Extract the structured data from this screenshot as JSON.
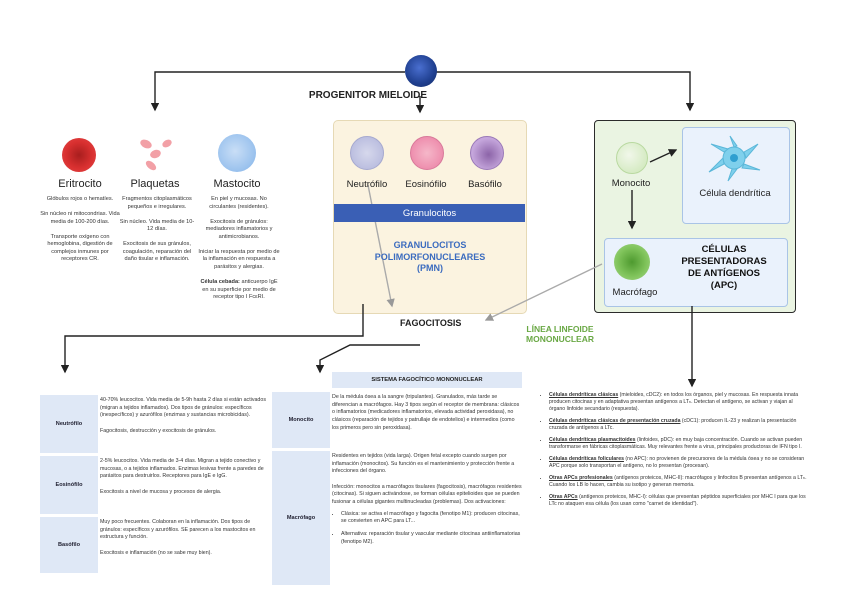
{
  "header": {
    "progenitor": "PROGENITOR MIELOIDE",
    "fagocitosis": "FAGOCITOSIS",
    "linfoide": "LÍNEA LINFOIDE\nMONONUCLEAR"
  },
  "cells": {
    "eritrocito": {
      "name": "Eritrocito",
      "desc": "Glóbulos rojos o hematíes.\n\nSin núcleo ni mitocondrias. Vida media de 100-200 días.\n\nTransporte oxígeno con hemoglobina, digestión de complejos inmunes por receptores CR."
    },
    "plaquetas": {
      "name": "Plaquetas",
      "desc": "Fragmentos citoplasmáticos pequeños e irregulares.\n\nSin núcleo. Vida media de 10-12 días.\n\nExocitosis de sus gránulos, coagulación, reparación del daño tisular e inflamación."
    },
    "mastocito": {
      "name": "Mastocito",
      "desc1": "En piel y mucosas. No circulantes (residentes).\n\nExocitosis de gránulos: mediadores inflamatorios y antimicrobianos.\n\nIniciar la respuesta por medio de la inflamación en respuesta a parásitos y alergias.\n\n",
      "desc_bold": "Célula cebada:",
      "desc2": " anticuerpo IgE en su superficie por medio de receptor tipo I FcεRI."
    }
  },
  "granulocitos": {
    "neutrofilo": "Neutrófilo",
    "eosinofilo": "Eosinófilo",
    "basofilo": "Basófilo",
    "band": "Granulocitos",
    "pmn": "GRANULOCITOS\nPOLIMORFONUCLEARES\n(PMN)"
  },
  "apc": {
    "monocito": "Monocito",
    "dendritica": "Célula dendrítica",
    "macrofago": "Macrófago",
    "title": "CÉLULAS\nPRESENTADORAS\nDE ANTÍGENOS\n(APC)"
  },
  "table_left": {
    "rows": [
      {
        "label": "Neutrófilo",
        "text": "40-70% leucocitos. Vida media de 5-9h hasta 2 días si están activados (migran a tejidos inflamados). Dos tipos de gránulos: específicos (inespecíficos) y azurófilos (enzimas y sustancias microbicidas).\n\nFagocitosis, destrucción y exocitosis de gránulos."
      },
      {
        "label": "Eosinófilo",
        "text": "2-5% leucocitos. Vida media de 3-4 días. Migran a tejido conectivo y mucosas, o a tejidos inflamados. Enzimas lesivas frente a paredes de parásitos para destruirlos. Receptores para IgE e IgG.\n\nExocitosis a nivel de mucosa y procesos de alergia."
      },
      {
        "label": "Basófilo",
        "text": "Muy poco frecuentes. Colaboran en la inflamación. Dos tipos de gránulos: específicos y azurófilos. SE parecen a los mastocitos en estructura y función.\n\nExocitosis e inflamación (no se sabe muy bien)."
      }
    ]
  },
  "table_mid": {
    "title": "SISTEMA FAGOCÍTICO MONONUCLEAR",
    "rows": [
      {
        "label": "Monocito",
        "text": "De la médula ósea a la sangre (tripulantes). Granulados, más tarde se diferencian a macrófagos. Hay 3 tipos según el receptor de membrana: clásicos o inflamatorios (medicadores inflamatorios, elevada actividad peroxidasa), no clásicos (reparación de tejidos y patrullaje de endotelios) e intermedios (como los primeros pero sin peroxidasa)."
      },
      {
        "label": "Macrófago",
        "text": "Residentes en tejidos (vida larga). Origen fetal excepto cuando surgen por inflamación (monocitos). Su función es el mantenimiento y protección frente a infecciones del órgano.\n\nInfección: monocitos a macrófagos tisulares (fagocitosis), macrófagos residentes (citocinas). Si siguen activándose, se forman células epitelioides que se pueden fusionar a células gigantes multinucleadas (problemas). Dos activaciones:",
        "bullets": [
          "Clásica: se activa el macrófago y fagocita (fenotipo M1): producen citocinas, se convierten en APC para LT...",
          "Alternativa: reparación tisular y vascular mediante citocinas antiinflamatorias (fenotipo M2)."
        ]
      }
    ]
  },
  "right_list": [
    {
      "head": "Células dendríticas clásicas",
      "text": " (mieloides, cDC2): en todos los órganos, piel y mucosas. En respuesta innata producen citocinas y en adaptativa presentan antígenos a LTₕ. Detectan el antígeno, se activan y viajan al órgano linfoide secundario (respuesta)."
    },
    {
      "head": "Células dendríticas clásicas de presentación cruzada",
      "text": " (cDC1): producen IL-23 y realizan la presentación cruzada de antígenos a LTc."
    },
    {
      "head": "Células dendríticas plasmacitoides",
      "text": " (linfoides, pDC): en muy baja concentración. Cuando se activan pueden transformarse en fábricas citoplasmáticas. Muy relevantes frente a virus, principales productoras de IFN tipo I."
    },
    {
      "head": "Células dendríticas foliculares",
      "text": " (no APC): no provienen de precursores de la médula ósea y no se consideran APC porque solo transportan el antígeno, no lo presentan (procesan)."
    },
    {
      "head": "Otras APCs profesionales",
      "text": " (antígenos proteicos, MHC-II): macrófagos y linfocitos B presentan antígenos a LTₕ. Cuando los LB lo hacen, cambia su isotipo y generan memoria."
    },
    {
      "head": "Otras APCs",
      "text": " (antígenos proteicos, MHC-I): células que presentan péptidos superficiales por MHC I para que los LTc no ataquen esa célula (los usan como \"carnet de identidad\")."
    }
  ],
  "colors": {
    "red": "#d93030",
    "pink": "#f2a0a6",
    "blue": "#9cc3ee",
    "navy": "#1f3f8f",
    "band": "#3a5fb5",
    "pmn_text": "#3b6bbf",
    "green_text": "#6aa845",
    "apc_green": "#e8f3df",
    "apc_blue": "#e9f1fb"
  }
}
